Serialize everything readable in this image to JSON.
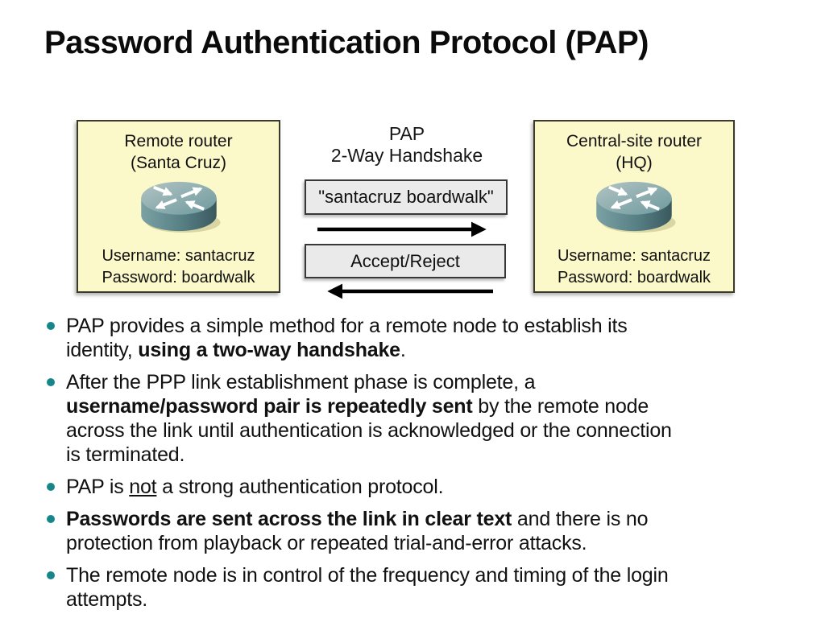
{
  "title": "Password Authentication Protocol (PAP)",
  "diagram": {
    "pap_label": "PAP",
    "handshake_label": "2-Way Handshake",
    "credential_message": "\"santacruz boardwalk\"",
    "response_message": "Accept/Reject",
    "remote_router": {
      "name": "Remote router",
      "location": "(Santa Cruz)",
      "username": "Username: santacruz",
      "password": "Password: boardwalk"
    },
    "central_router": {
      "name": "Central-site router",
      "location": "(HQ)",
      "username": "Username: santacruz",
      "password": "Password: boardwalk"
    }
  },
  "bullets": [
    {
      "segments": [
        {
          "t": "PAP provides a simple method for a remote node to establish its",
          "br": true
        },
        {
          "t": "identity, "
        },
        {
          "t": "using a two-way handshake",
          "b": true
        },
        {
          "t": "."
        }
      ]
    },
    {
      "segments": [
        {
          "t": "After the PPP link establishment phase is complete, a",
          "br": true
        },
        {
          "t": "username/password pair is repeatedly sent",
          "b": true
        },
        {
          "t": " by the remote node",
          "br": true
        },
        {
          "t": "across the link until authentication is acknowledged or the connection",
          "br": true
        },
        {
          "t": "is terminated."
        }
      ]
    },
    {
      "segments": [
        {
          "t": "PAP is "
        },
        {
          "t": "not",
          "u": true
        },
        {
          "t": " a strong authentication protocol."
        }
      ]
    },
    {
      "segments": [
        {
          "t": "Passwords are sent across the link in clear text",
          "b": true
        },
        {
          "t": " and there is no",
          "br": true
        },
        {
          "t": "protection from playback or repeated trial-and-error attacks."
        }
      ]
    },
    {
      "segments": [
        {
          "t": "The remote node is in control of the frequency and timing of the login",
          "br": true
        },
        {
          "t": "attempts."
        }
      ]
    }
  ],
  "colors": {
    "bullet_dot": "#16868B",
    "box_fill": "#FBF9CA",
    "box_border": "#3B3B2B",
    "message_fill": "#EAEAEA",
    "message_border": "#383838",
    "arrow": "#000000",
    "router_body": "#5E888C"
  }
}
